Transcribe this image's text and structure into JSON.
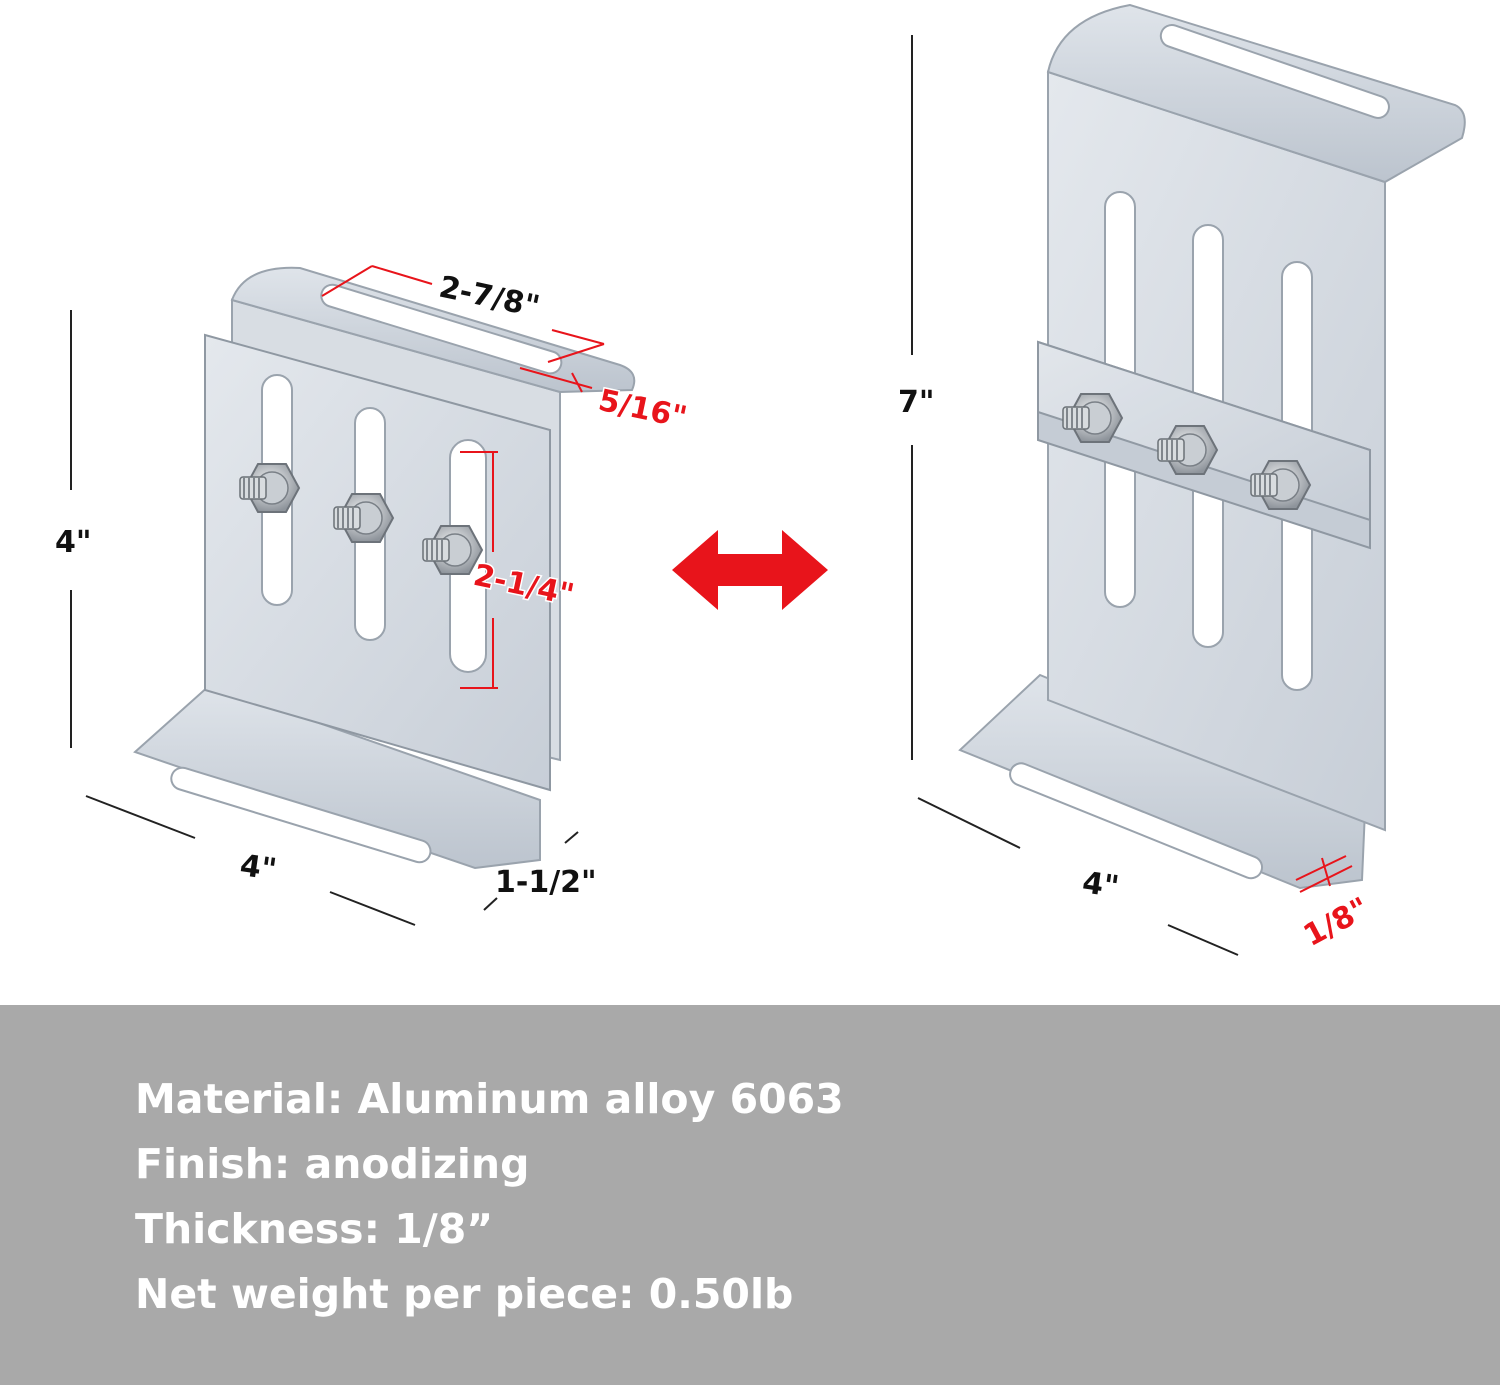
{
  "small_bracket": {
    "height_label": "4\"",
    "width_label": "4\"",
    "depth_label": "1-1/2\"",
    "top_slot_length_label": "2-7/8\"",
    "slot_width_label": "5/16\"",
    "vertical_slot_length_label": "2-1/4\""
  },
  "large_bracket": {
    "height_label": "7\"",
    "width_label": "4\"",
    "thickness_label": "1/8\""
  },
  "specs": [
    "Material: Aluminum alloy 6063",
    "Finish: anodizing",
    "Thickness: 1/8”",
    "Net weight per piece: 0.50lb"
  ],
  "colors": {
    "dimension_red": "#e8141b",
    "panel_gray": "#a9a9a9",
    "bracket_silver": "#d3d9e0"
  },
  "icons": [
    "double-arrow-icon",
    "nut-bolt-icon"
  ]
}
